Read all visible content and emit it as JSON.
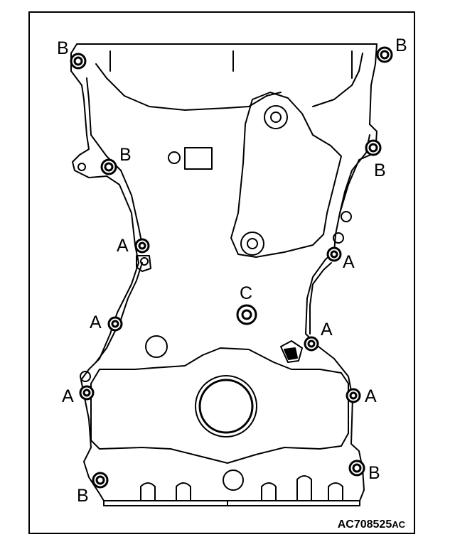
{
  "figure": {
    "id_main": "AC708525",
    "id_suffix": "AC"
  },
  "callouts": {
    "b_top_left": "B",
    "b_top_right": "B",
    "b_upper_left": "B",
    "b_upper_right": "B",
    "a_mid_left": "A",
    "a_mid_right": "A",
    "c_center": "C",
    "a_left_2": "A",
    "a_right_2": "A",
    "a_left_3": "A",
    "a_right_3": "A",
    "b_bottom_left": "B",
    "b_bottom_right": "B"
  },
  "colors": {
    "line": "#000000",
    "background": "#ffffff"
  },
  "icons": {
    "bolt": "bolt-icon"
  }
}
